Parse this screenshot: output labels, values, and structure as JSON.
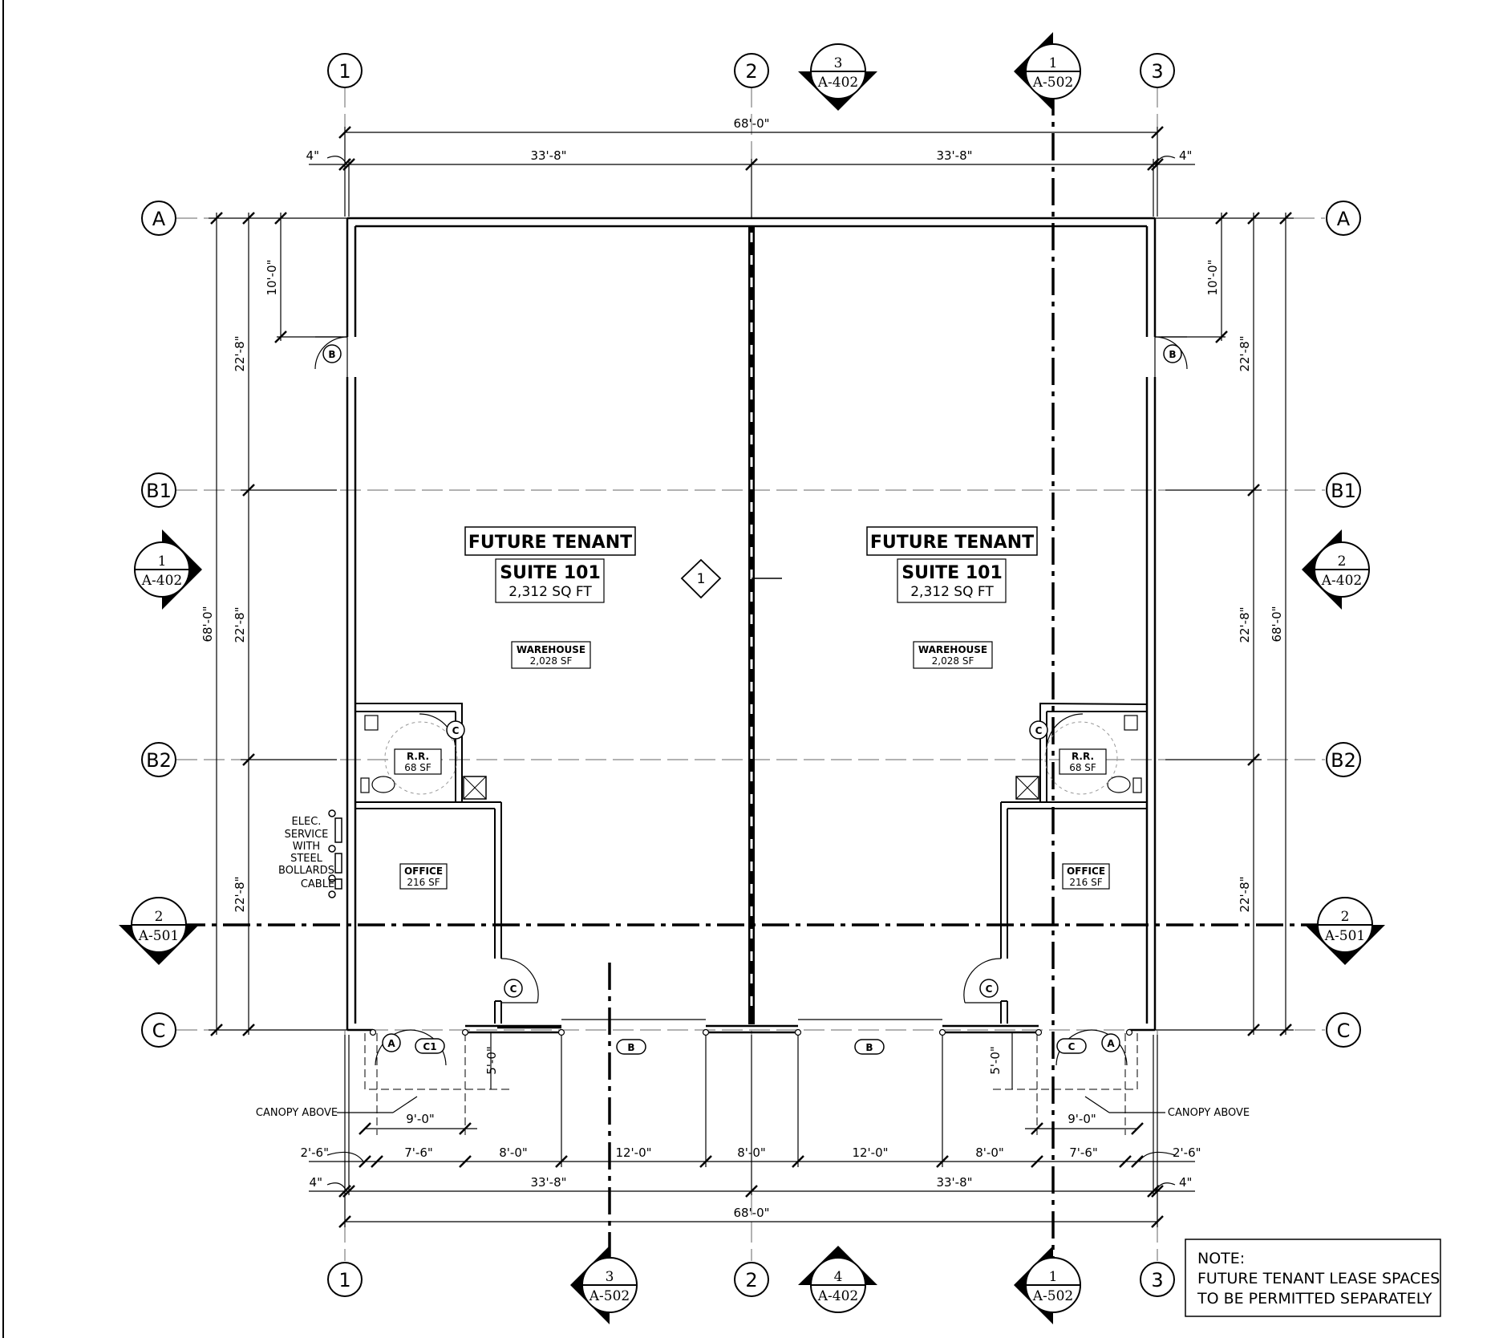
{
  "grid": {
    "columns": [
      "1",
      "2",
      "3"
    ],
    "rows": [
      "A",
      "B1",
      "B2",
      "C"
    ]
  },
  "dimensions": {
    "overall": "68'-0\"",
    "half": "33'-8\"",
    "offset": "4\"",
    "bay": "22'-8\"",
    "door_height": "10'-0\"",
    "canopy_depth": "5'-0\"",
    "canopy_width": "9'-0\"",
    "seg_2_6": "2'-6\"",
    "seg_7_6": "7'-6\"",
    "seg_8_0": "8'-0\"",
    "seg_12_0": "12'-0\""
  },
  "sections": {
    "s3_a402": {
      "num": "3",
      "sheet": "A-402"
    },
    "s1_a502": {
      "num": "1",
      "sheet": "A-502"
    },
    "s1_a402": {
      "num": "1",
      "sheet": "A-402"
    },
    "s2_a402": {
      "num": "2",
      "sheet": "A-402"
    },
    "s2_a501": {
      "num": "2",
      "sheet": "A-501"
    },
    "s3_a502": {
      "num": "3",
      "sheet": "A-502"
    },
    "s4_a402": {
      "num": "4",
      "sheet": "A-402"
    }
  },
  "tenants": [
    {
      "title": "FUTURE TENANT",
      "suite": "SUITE 101",
      "area": "2,312  SQ  FT"
    },
    {
      "title": "FUTURE TENANT",
      "suite": "SUITE 101",
      "area": "2,312  SQ  FT"
    }
  ],
  "rooms": {
    "warehouse": {
      "name": "WAREHOUSE",
      "area": "2,028  SF"
    },
    "restroom": {
      "name": "R.R.",
      "area": "68  SF"
    },
    "office": {
      "name": "OFFICE",
      "area": "216  SF"
    }
  },
  "door_tags": {
    "a": "A",
    "b": "B",
    "c": "C",
    "c1": "C1"
  },
  "wall_tag": "1",
  "labels": {
    "elec_lines": [
      "ELEC.",
      "SERVICE",
      "WITH",
      "STEEL",
      "BOLLARDS",
      "CABLE"
    ],
    "canopy": "CANOPY ABOVE"
  },
  "note": {
    "title": "NOTE:",
    "line1": "FUTURE TENANT LEASE SPACES",
    "line2": "TO BE PERMITTED SEPARATELY"
  }
}
